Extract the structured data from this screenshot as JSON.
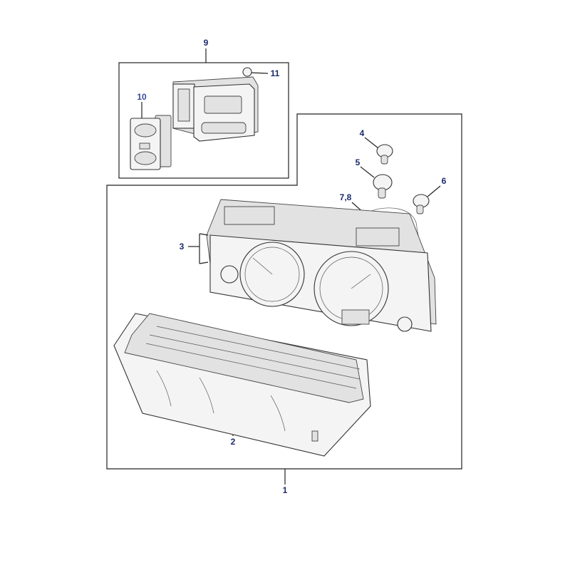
{
  "callouts": {
    "c1": "1",
    "c2": "2",
    "c3": "3",
    "c4": "4",
    "c5": "5",
    "c6": "6",
    "c78": "7,8",
    "c9": "9",
    "c10": "10",
    "c11": "11"
  },
  "colors": {
    "callout": "#1b2a6b",
    "outline": "#222222"
  }
}
